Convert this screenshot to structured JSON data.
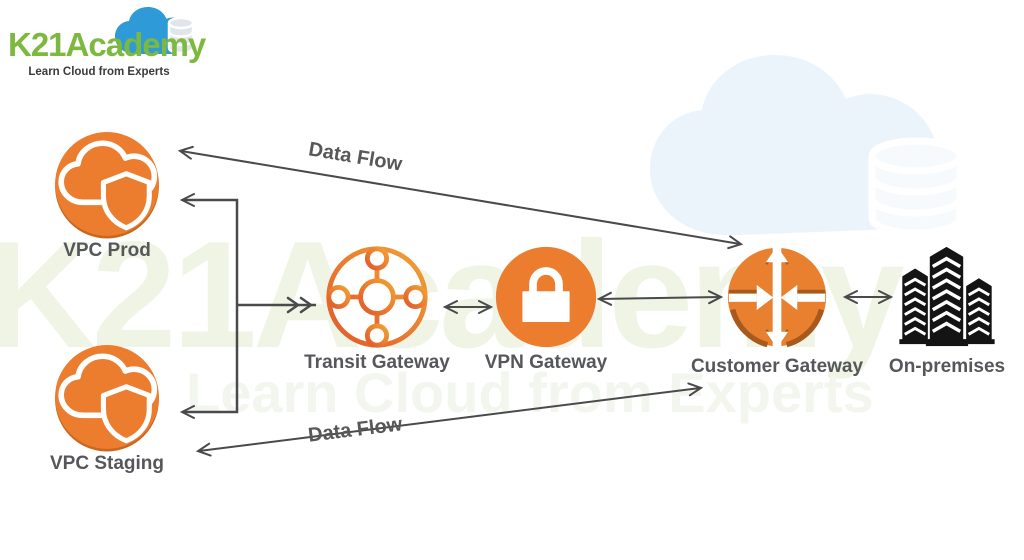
{
  "logo": {
    "brand": "K21Academy",
    "tagline": "Learn Cloud from Experts",
    "brand_color": "#7cb93e",
    "cloud_color": "#2e9ad8"
  },
  "watermark": {
    "text": "K21Academy",
    "subtext": "Learn Cloud from Experts"
  },
  "colors": {
    "aws_orange": "#ec7d2e",
    "orange_shadow": "#a8591d",
    "arrow_gray": "#4a4a4c",
    "label_gray": "#56575a",
    "transit_gradient": [
      "#e2592b",
      "#f2a133"
    ],
    "onprem_black": "#141414",
    "watermark_green": "#eff4e5",
    "watermark_blue": "#ecf4fb"
  },
  "nodes": [
    {
      "id": "vpc-prod",
      "label": "VPC Prod",
      "icon": "vpc-cloud-shield-icon"
    },
    {
      "id": "vpc-staging",
      "label": "VPC Staging",
      "icon": "vpc-cloud-shield-icon"
    },
    {
      "id": "transit-gateway",
      "label": "Transit Gateway",
      "icon": "transit-gateway-hub-icon"
    },
    {
      "id": "vpn-gateway",
      "label": "VPN Gateway",
      "icon": "vpn-lock-icon"
    },
    {
      "id": "customer-gateway",
      "label": "Customer Gateway",
      "icon": "customer-gateway-arrows-icon"
    },
    {
      "id": "on-premises",
      "label": "On-premises",
      "icon": "buildings-icon"
    }
  ],
  "annotations": {
    "data_flow_top": "Data Flow",
    "data_flow_bottom": "Data Flow"
  },
  "edges": [
    {
      "from": "customer-gateway",
      "to": "vpc-prod",
      "label": "Data Flow",
      "style": "double-arrow-diagonal"
    },
    {
      "from": "customer-gateway",
      "to": "vpc-staging",
      "label": "Data Flow",
      "style": "double-arrow-diagonal"
    },
    {
      "from": "vpc-prod",
      "to": "transit-gateway",
      "label": "",
      "style": "elbow-branch"
    },
    {
      "from": "vpc-staging",
      "to": "transit-gateway",
      "label": "",
      "style": "elbow-branch"
    },
    {
      "from": "transit-gateway",
      "to": "vpn-gateway",
      "label": "",
      "style": "double-arrow"
    },
    {
      "from": "vpn-gateway",
      "to": "customer-gateway",
      "label": "",
      "style": "double-arrow"
    },
    {
      "from": "customer-gateway",
      "to": "on-premises",
      "label": "",
      "style": "double-arrow"
    }
  ]
}
